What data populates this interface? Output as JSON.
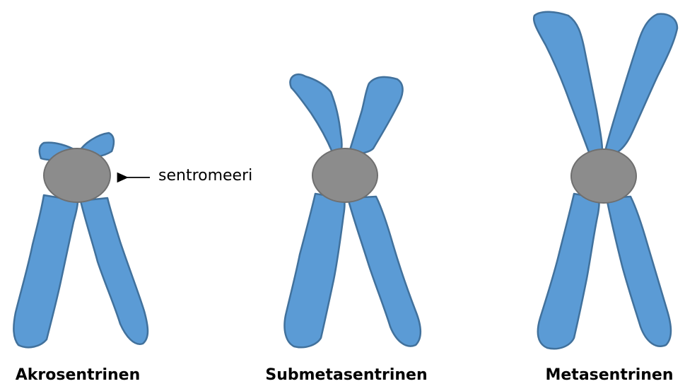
{
  "diagram": {
    "pointer_label": "sentromeeri",
    "chromosomes": [
      {
        "label": "Akrosentrinen"
      },
      {
        "label": "Submetasentrinen"
      },
      {
        "label": "Metasentrinen"
      }
    ],
    "colors": {
      "arm_fill": "#5b9bd5",
      "arm_stroke": "#41719c",
      "centromere_fill": "#8c8c8c",
      "text": "#000000"
    }
  }
}
